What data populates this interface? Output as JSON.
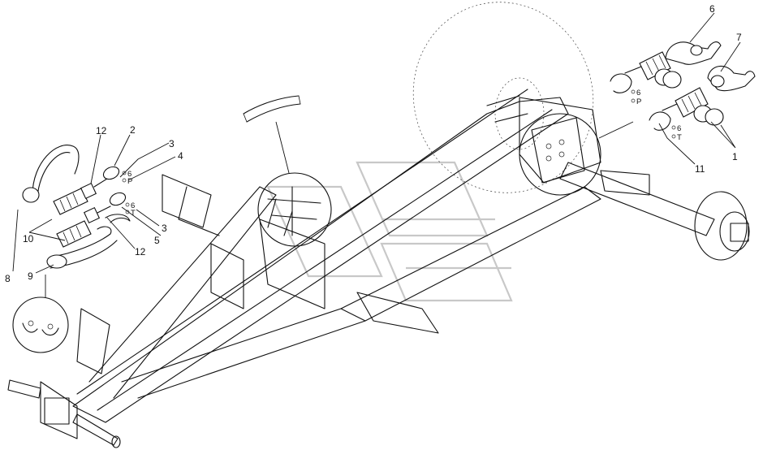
{
  "callouts": {
    "c1": "1",
    "c2": "2",
    "c3a": "3",
    "c3b": "3",
    "c4": "4",
    "c5": "5",
    "c6": "6",
    "c7": "7",
    "c8": "8",
    "c9": "9",
    "c10": "10",
    "c11": "11",
    "c12a": "12",
    "c12b": "12"
  },
  "color_marks": {
    "left_upper": {
      "number": "6",
      "letter": "P"
    },
    "left_lower": {
      "number": "6",
      "letter": "T"
    },
    "right_upper": {
      "number": "6",
      "letter": "P"
    },
    "right_lower": {
      "number": "6",
      "letter": "T"
    }
  },
  "icons": [
    "wheel-icon",
    "hose-coupling-icon",
    "dust-cap-icon",
    "o-ring-icon",
    "retaining-clip-icon"
  ],
  "colors": {
    "line": "#111111",
    "watermark": "#c8c8c8",
    "background": "#ffffff"
  }
}
